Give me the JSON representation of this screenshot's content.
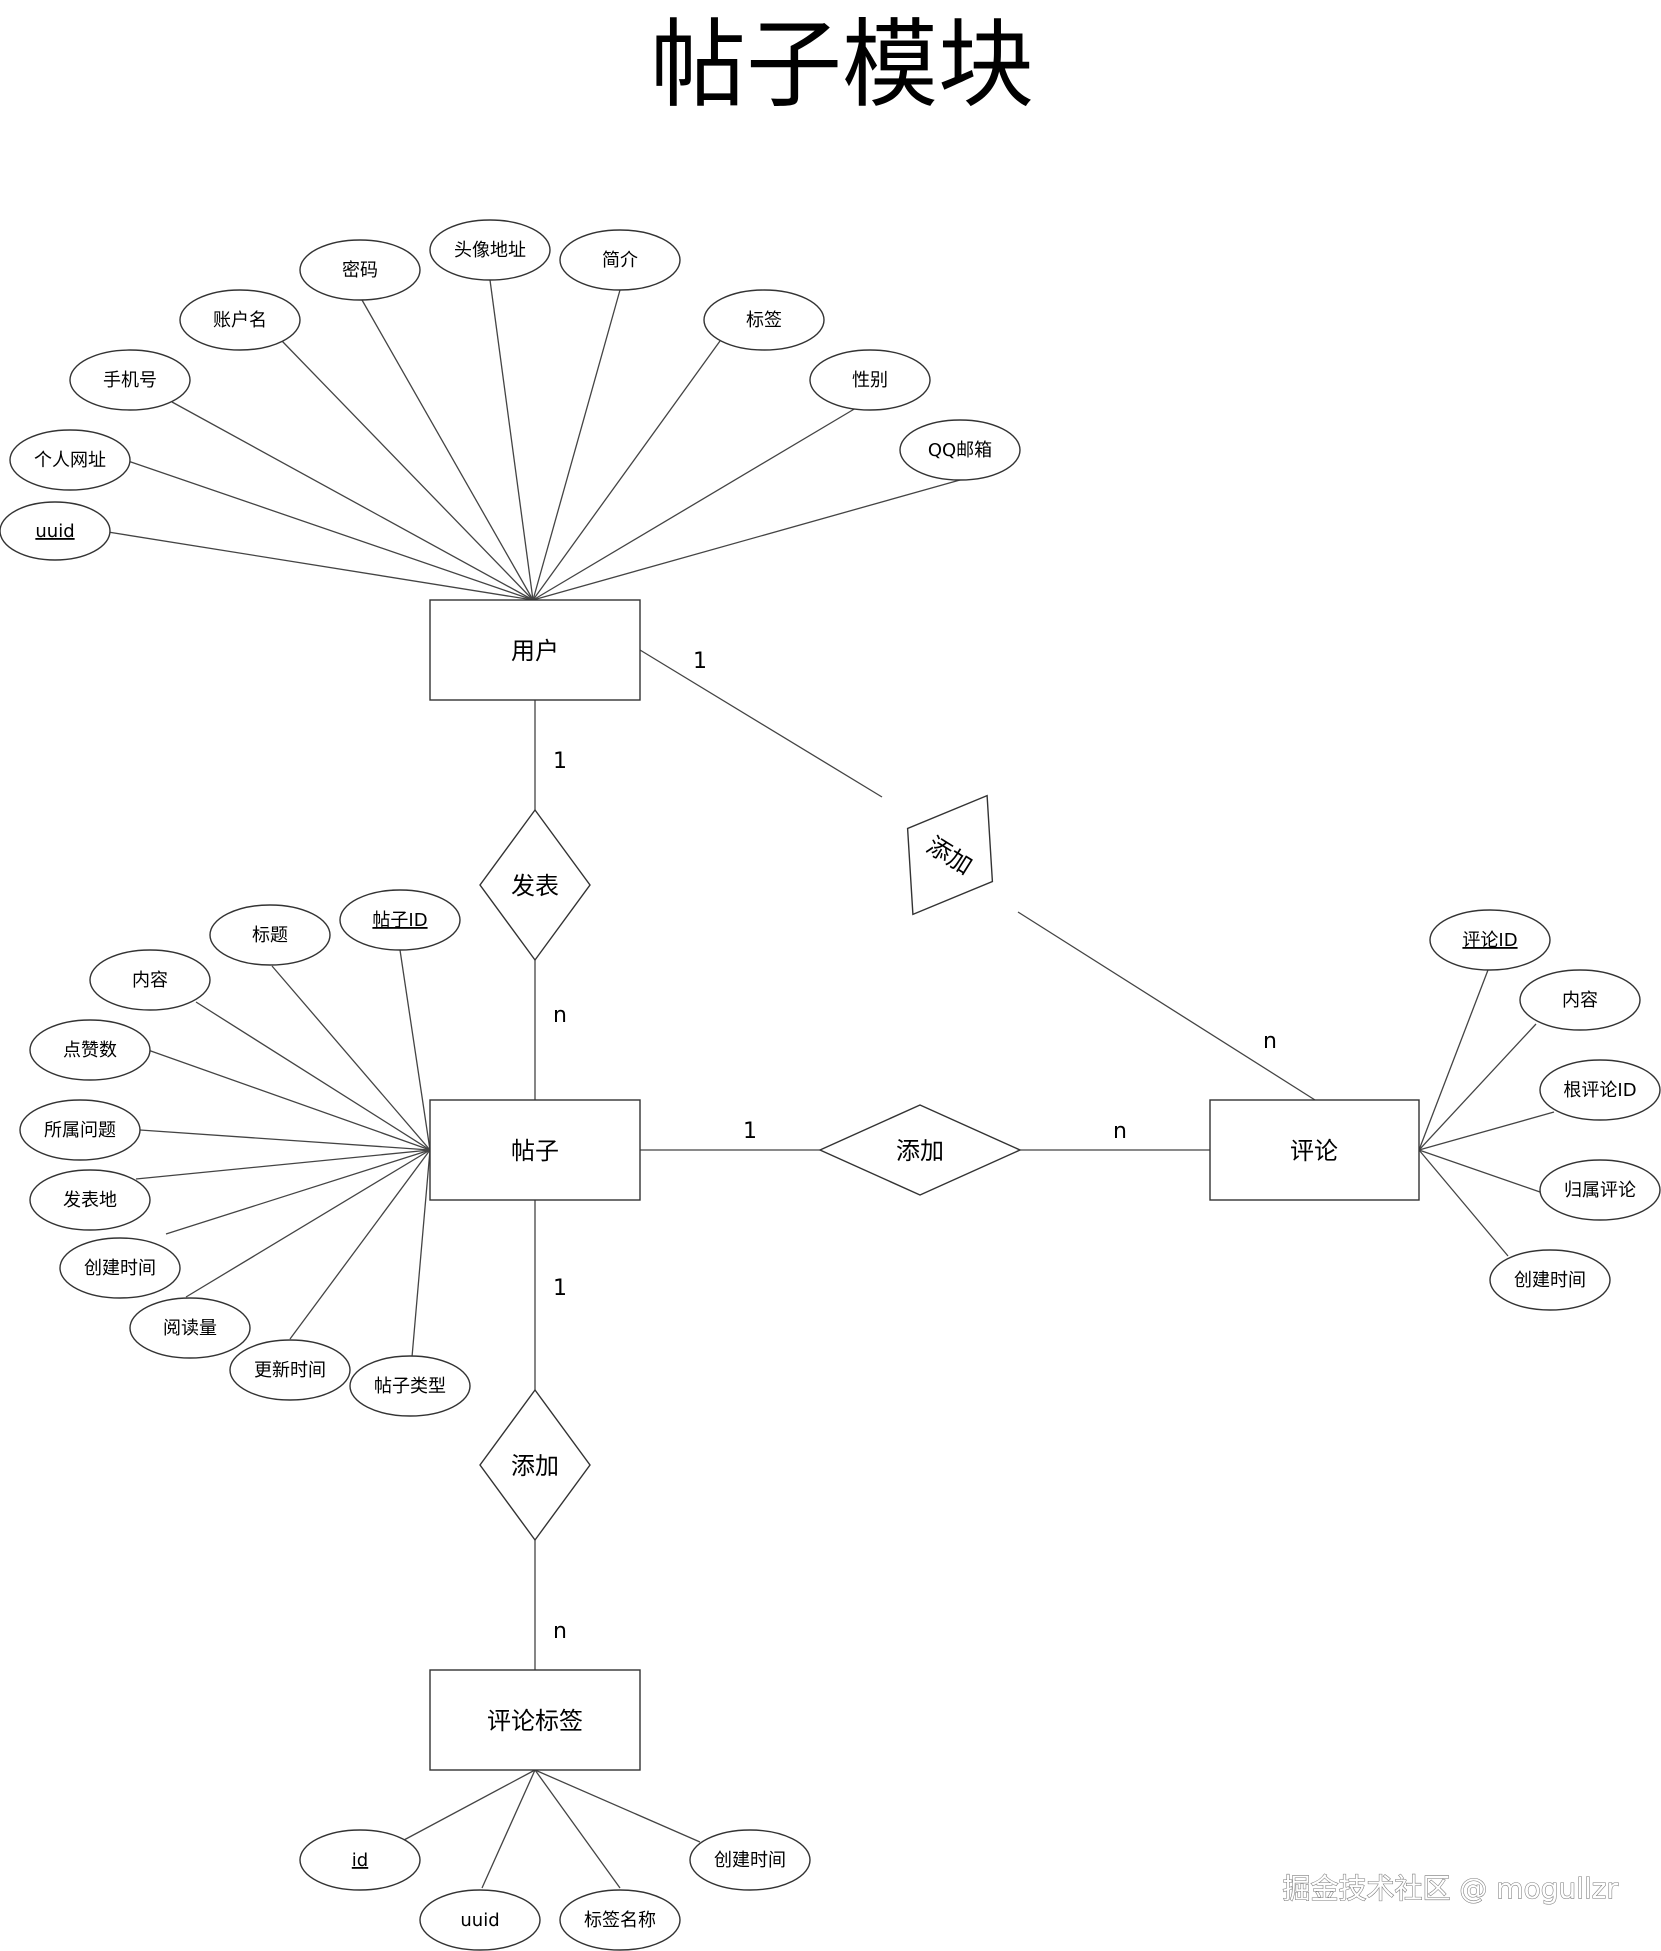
{
  "title": "帖子模块",
  "watermark": "掘金技术社区 @ mogullzr",
  "entities": {
    "user": "用户",
    "post": "帖子",
    "comment": "评论",
    "comment_tag": "评论标签"
  },
  "relationships": {
    "publish": "发表",
    "user_add_comment": "添加",
    "post_add_comment": "添加",
    "post_add_tag": "添加"
  },
  "cardinalities": {
    "user_publish": "1",
    "publish_post": "n",
    "user_add": "1",
    "add_comment_from_user": "n",
    "post_add": "1",
    "add_comment_from_post": "n",
    "post_addtag": "1",
    "addtag_tag": "n"
  },
  "user_attributes": [
    {
      "label": "uuid",
      "key": true
    },
    {
      "label": "个人网址",
      "key": false
    },
    {
      "label": "手机号",
      "key": false
    },
    {
      "label": "账户名",
      "key": false
    },
    {
      "label": "密码",
      "key": false
    },
    {
      "label": "头像地址",
      "key": false
    },
    {
      "label": "简介",
      "key": false
    },
    {
      "label": "标签",
      "key": false
    },
    {
      "label": "性别",
      "key": false
    },
    {
      "label": "QQ邮箱",
      "key": false
    }
  ],
  "post_attributes": [
    {
      "label": "帖子ID",
      "key": true
    },
    {
      "label": "标题",
      "key": false
    },
    {
      "label": "内容",
      "key": false
    },
    {
      "label": "点赞数",
      "key": false
    },
    {
      "label": "所属问题",
      "key": false
    },
    {
      "label": "发表地",
      "key": false
    },
    {
      "label": "创建时间",
      "key": false
    },
    {
      "label": "阅读量",
      "key": false
    },
    {
      "label": "更新时间",
      "key": false
    },
    {
      "label": "帖子类型",
      "key": false
    }
  ],
  "comment_attributes": [
    {
      "label": "评论ID",
      "key": true
    },
    {
      "label": "内容",
      "key": false
    },
    {
      "label": "根评论ID",
      "key": false
    },
    {
      "label": "归属评论",
      "key": false
    },
    {
      "label": "创建时间",
      "key": false
    }
  ],
  "tag_attributes": [
    {
      "label": "id",
      "key": true
    },
    {
      "label": "uuid",
      "key": false
    },
    {
      "label": "标签名称",
      "key": false
    },
    {
      "label": "创建时间",
      "key": false
    }
  ]
}
